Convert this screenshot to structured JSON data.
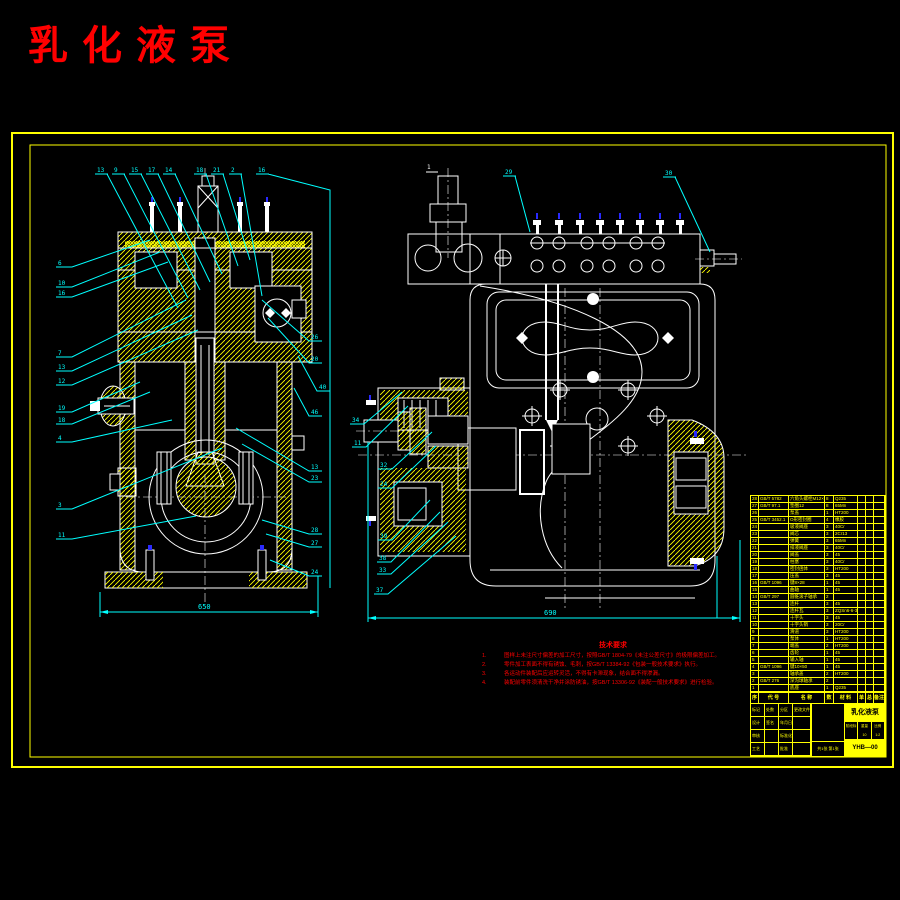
{
  "page_title": "乳化液泵",
  "colors": {
    "background": "#000000",
    "frame": "#ffff00",
    "linework": "#ffffff",
    "leaders": "#00ffff",
    "notes": "#ff0000",
    "table": "#ffff00",
    "bolt_marks": "#2a2aff"
  },
  "views": {
    "pipe_label": "1"
  },
  "dimensions": {
    "left_view_width": "650",
    "right_view_width": "690"
  },
  "leaders": {
    "top_row": [
      "13",
      "9",
      "15",
      "17",
      "14",
      "18",
      "21",
      "2",
      "16"
    ],
    "left_column": [
      "6",
      "10",
      "16",
      "7",
      "13",
      "12",
      "19",
      "18",
      "4",
      "3",
      "11"
    ],
    "right_of_left_view": [
      "26",
      "20",
      "40",
      "46",
      "13",
      "23",
      "28",
      "27",
      "24"
    ],
    "right_view_left": [
      "34",
      "11",
      "32",
      "24",
      "39",
      "38",
      "33",
      "37"
    ],
    "above_right_view": [
      "29",
      "30"
    ]
  },
  "tech_requirements": {
    "heading": "技术要求",
    "items": [
      "图样上未注尺寸偏差的加工尺寸，按照GB/T 1804-79《未注公差尺寸》的极限偏差加工。",
      "零件加工表面不得有锈蚀、毛刺，按GB/T 13384-92《包装一般技术要求》执行。",
      "各运动件装配后应运转灵活，不得有卡滞现象，结合面不得渗漏。",
      "装配前零件须清洗干净并涂防锈油，按GB/T 13306-92《装配一般技术要求》进行检验。"
    ]
  },
  "bom": {
    "headers": [
      "序号",
      "代  号",
      "名  称",
      "数量",
      "材  料",
      "单件",
      "总计",
      "备注"
    ],
    "rows": [
      [
        "28",
        "GB/T 5782",
        "六角头螺栓M12×40",
        "8",
        "Q235",
        "",
        "",
        ""
      ],
      [
        "27",
        "GB/T 97.1",
        "垫圈12",
        "8",
        "65Mn",
        "",
        "",
        ""
      ],
      [
        "26",
        "",
        "泵盖",
        "1",
        "HT200",
        "",
        "",
        ""
      ],
      [
        "25",
        "GB/T 3452.1",
        "O形密封圈",
        "4",
        "橡胶",
        "",
        "",
        ""
      ],
      [
        "24",
        "",
        "吸液阀座",
        "3",
        "40Cr",
        "",
        "",
        ""
      ],
      [
        "23",
        "",
        "阀芯",
        "3",
        "2Cr13",
        "",
        "",
        ""
      ],
      [
        "22",
        "",
        "弹簧",
        "3",
        "65Mn",
        "",
        "",
        ""
      ],
      [
        "21",
        "",
        "排液阀座",
        "3",
        "40Cr",
        "",
        "",
        ""
      ],
      [
        "20",
        "",
        "阀盖",
        "3",
        "45",
        "",
        "",
        ""
      ],
      [
        "19",
        "",
        "柱塞",
        "3",
        "40Cr",
        "",
        "",
        ""
      ],
      [
        "18",
        "",
        "密封函体",
        "3",
        "HT200",
        "",
        "",
        ""
      ],
      [
        "17",
        "",
        "压盖",
        "3",
        "45",
        "",
        "",
        ""
      ],
      [
        "16",
        "GB/T 1096",
        "键8×28",
        "1",
        "45",
        "",
        "",
        ""
      ],
      [
        "15",
        "",
        "曲轴",
        "1",
        "45",
        "",
        "",
        ""
      ],
      [
        "14",
        "GB/T 297",
        "圆锥滚子轴承",
        "2",
        "",
        "",
        "",
        ""
      ],
      [
        "13",
        "",
        "连杆",
        "3",
        "45",
        "",
        "",
        ""
      ],
      [
        "12",
        "",
        "连杆瓦",
        "3",
        "ZQSn6-6-3",
        "",
        "",
        ""
      ],
      [
        "11",
        "",
        "十字头",
        "3",
        "45",
        "",
        "",
        ""
      ],
      [
        "10",
        "",
        "十字头销",
        "3",
        "20Cr",
        "",
        "",
        ""
      ],
      [
        "9",
        "",
        "滑道",
        "3",
        "HT200",
        "",
        "",
        ""
      ],
      [
        "8",
        "",
        "泵体",
        "1",
        "HT200",
        "",
        "",
        ""
      ],
      [
        "7",
        "",
        "端盖",
        "2",
        "HT200",
        "",
        "",
        ""
      ],
      [
        "6",
        "",
        "齿轮",
        "1",
        "45",
        "",
        "",
        ""
      ],
      [
        "5",
        "",
        "输入轴",
        "1",
        "45",
        "",
        "",
        ""
      ],
      [
        "4",
        "GB/T 1096",
        "键10×50",
        "1",
        "45",
        "",
        "",
        ""
      ],
      [
        "3",
        "",
        "轴承盖",
        "2",
        "HT200",
        "",
        "",
        ""
      ],
      [
        "2",
        "GB/T 276",
        "深沟球轴承",
        "2",
        "",
        "",
        "",
        ""
      ],
      [
        "1",
        "",
        "底座",
        "1",
        "Q235",
        "",
        "",
        ""
      ]
    ]
  },
  "title_block": {
    "left_cells": [
      "标记",
      "处数",
      "分区",
      "更改文件号",
      "设计",
      "签名",
      "年月日",
      "",
      "审核",
      "",
      "标准化",
      "",
      "工艺",
      "",
      "批准",
      ""
    ],
    "sheet": "共1张 第1张",
    "name": "乳化液泵",
    "drawing_no": "YHB—00",
    "stage_label": "阶段标记",
    "weight_label": "重量",
    "scale_label": "比例",
    "weight": "10",
    "scale": "1:2"
  }
}
